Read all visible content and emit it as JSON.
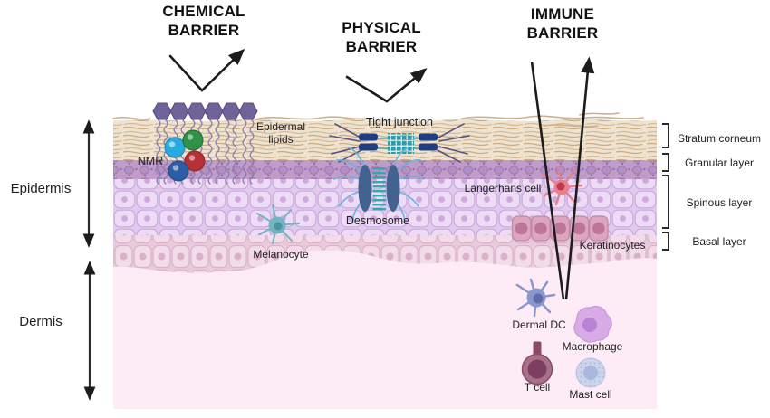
{
  "titles": {
    "chemical": "CHEMICAL BARRIER",
    "physical": "PHYSICAL BARRIER",
    "immune": "IMMUNE BARRIER"
  },
  "regions": {
    "epidermis": "Epidermis",
    "dermis": "Dermis"
  },
  "layers": {
    "stratum_corneum": "Stratum corneum",
    "granular": "Granular layer",
    "spinous": "Spinous layer",
    "basal": "Basal layer"
  },
  "annotations": {
    "epidermal_lipids": "Epidermal lipids",
    "nmr": "NMR",
    "tight_junction": "Tight junction",
    "desmosome": "Desmosome",
    "langerhans": "Langerhans cell",
    "keratinocytes": "Keratinocytes",
    "melanocyte": "Melanocyte",
    "dermal_dc": "Dermal DC",
    "macrophage": "Macrophage",
    "t_cell": "T cell",
    "mast_cell": "Mast cell"
  },
  "palette": {
    "stratum_corneum": "#eee3d0",
    "granular": "#bf9cca",
    "spinous": "#eedcf6",
    "basal": "#f3dcea",
    "dermis": "#fdecf5",
    "lipid_head": "#6f6399",
    "nmr_cyan": "#29aadf",
    "nmr_green": "#2e9247",
    "nmr_red": "#b63036",
    "nmr_blue": "#2b5ea7",
    "tight_junction_bar": "#1f3d82",
    "tight_junction_grid": "#2f9aad",
    "desmosome_body": "#42628f",
    "desmosome_stripe": "#35a8ad",
    "desmosome_filament": "#64b6df",
    "langerhans_cell": "#e87f8d",
    "langerhans_nucleus": "#c0394a",
    "keratinocyte": "#dca6c1",
    "keratinocyte_nucleus": "#bd7697",
    "melanocyte": "#74b4c2",
    "melanocyte_nucleus": "#4d93a4",
    "dermal_dc": "#8a97cc",
    "dermal_dc_nucleus": "#5f6cab",
    "macrophage": "#d9abe6",
    "macrophage_nucleus": "#b983d3",
    "t_cell": "#a8718b",
    "t_cell_inner": "#7c3f60",
    "mast_cell": "#cdd5eb",
    "mast_cell_nucleus": "#aab7de",
    "arrow": "#1c1c1c"
  }
}
